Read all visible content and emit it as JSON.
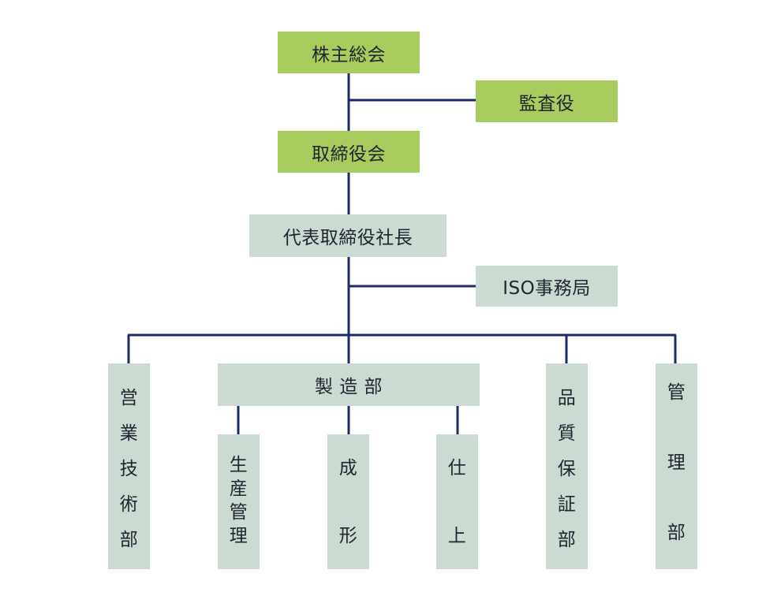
{
  "colors": {
    "line": "#1e2b6a",
    "green": "#a9cc5e",
    "gray": "#cbdbd2"
  },
  "nodes": {
    "shareholders": "株主総会",
    "auditor": "監査役",
    "board": "取締役会",
    "president": "代表取締役社長",
    "iso": "ISO事務局",
    "manufacturing": "製 造 部",
    "sales_engineering": [
      "営",
      "業",
      "技",
      "術",
      "部"
    ],
    "production_control": [
      "生",
      "産",
      "管",
      "理"
    ],
    "molding": [
      "成",
      "形"
    ],
    "finishing": [
      "仕",
      "上"
    ],
    "quality_assurance": [
      "品",
      "質",
      "保",
      "証",
      "部"
    ],
    "administration": [
      "管",
      "理",
      "部"
    ]
  }
}
